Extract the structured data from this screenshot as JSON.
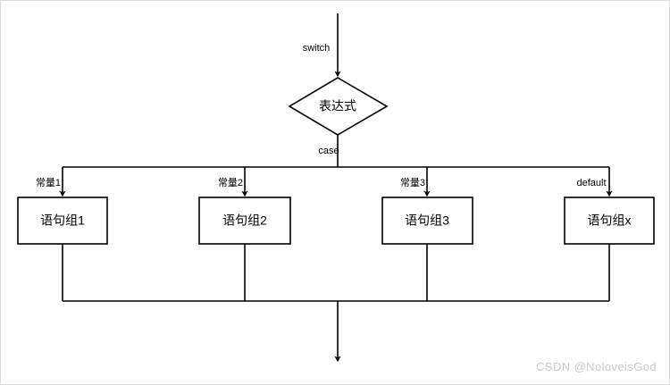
{
  "diagram": {
    "title": "switch statement flowchart",
    "colors": {
      "stroke": "#000000",
      "fill": "#ffffff",
      "background": "#ffffff",
      "frame_border": "#dcdcdc",
      "watermark": "#c8c8c8"
    },
    "entry": {
      "label": "switch"
    },
    "decision": {
      "label": "表达式",
      "out_label": "case"
    },
    "branches": [
      {
        "edge_label": "常量1",
        "node_label": "语句组1"
      },
      {
        "edge_label": "常量2",
        "node_label": "语句组2"
      },
      {
        "edge_label": "常量3",
        "node_label": "语句组3"
      },
      {
        "edge_label": "default",
        "node_label": "语句组x"
      }
    ]
  },
  "watermark": {
    "text": "CSDN @NoloveisGod"
  }
}
